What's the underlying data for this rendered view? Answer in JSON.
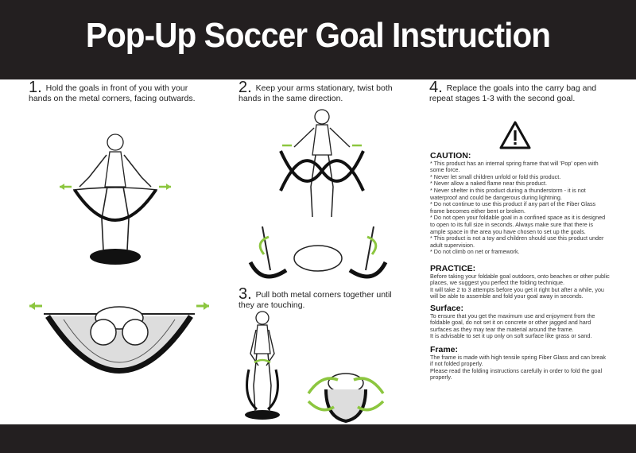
{
  "title": "Pop-Up Soccer Goal Instruction",
  "steps": [
    {
      "num": "1.",
      "text": "Hold the goals in front of you with your hands on the metal corners, facing outwards."
    },
    {
      "num": "2.",
      "text": "Keep your arms stationary, twist both hands in the same direction."
    },
    {
      "num": "3.",
      "text": "Pull both metal corners together until they are touching."
    },
    {
      "num": "4.",
      "text": "Replace the goals into the carry  bag and repeat stages 1-3 with the second goal."
    }
  ],
  "caution": {
    "heading": "CAUTION:",
    "text": " * This product has an internal spring frame that will 'Pop' open with some force.\n * Never let small children unfold or fold this product.\n * Never allow a naked flame near this product.\n * Never shelter in this product during a thunderstorm - it is not waterproof and could be dangerous during lightning.\n * Do not continue to use this product if any part of the Fiber Glass frame becomes either bent or broken.\n * Do not open your foldable goal in a confined space as it is designed to open to its full size in seconds. Always make sure that there is ample space in the area you have chosen to set up the goals.\n * This product is not a toy and children should use this product under adult supervision.\n * Do not climb on net or framework."
  },
  "practice": {
    "heading": "PRACTICE:",
    "text": "Before taking your foldable goal outdoors, onto beaches or other public places, we suggest you perfect the folding technique.\nIt will take 2 to 3 attempts before you get it right but after a while, you will be able to assemble and fold your goal away in seconds."
  },
  "surface": {
    "heading": "Surface:",
    "text": "To ensure that you get the maximum use and enjoyment from the foldable goal, do not set it on concrete or other jagged and hard surfaces as they may tear the material around the frame.\nIt is advisable to set it up only on soft surface like grass or sand."
  },
  "frame": {
    "heading": "Frame:",
    "text": "The frame is made with high tensile spring Fiber Glass and can break if not folded properly.\nPlease read the folding instructions carefully in order to fold the goal properly."
  },
  "colors": {
    "header": "#231f20",
    "arrow": "#8cc63f"
  }
}
